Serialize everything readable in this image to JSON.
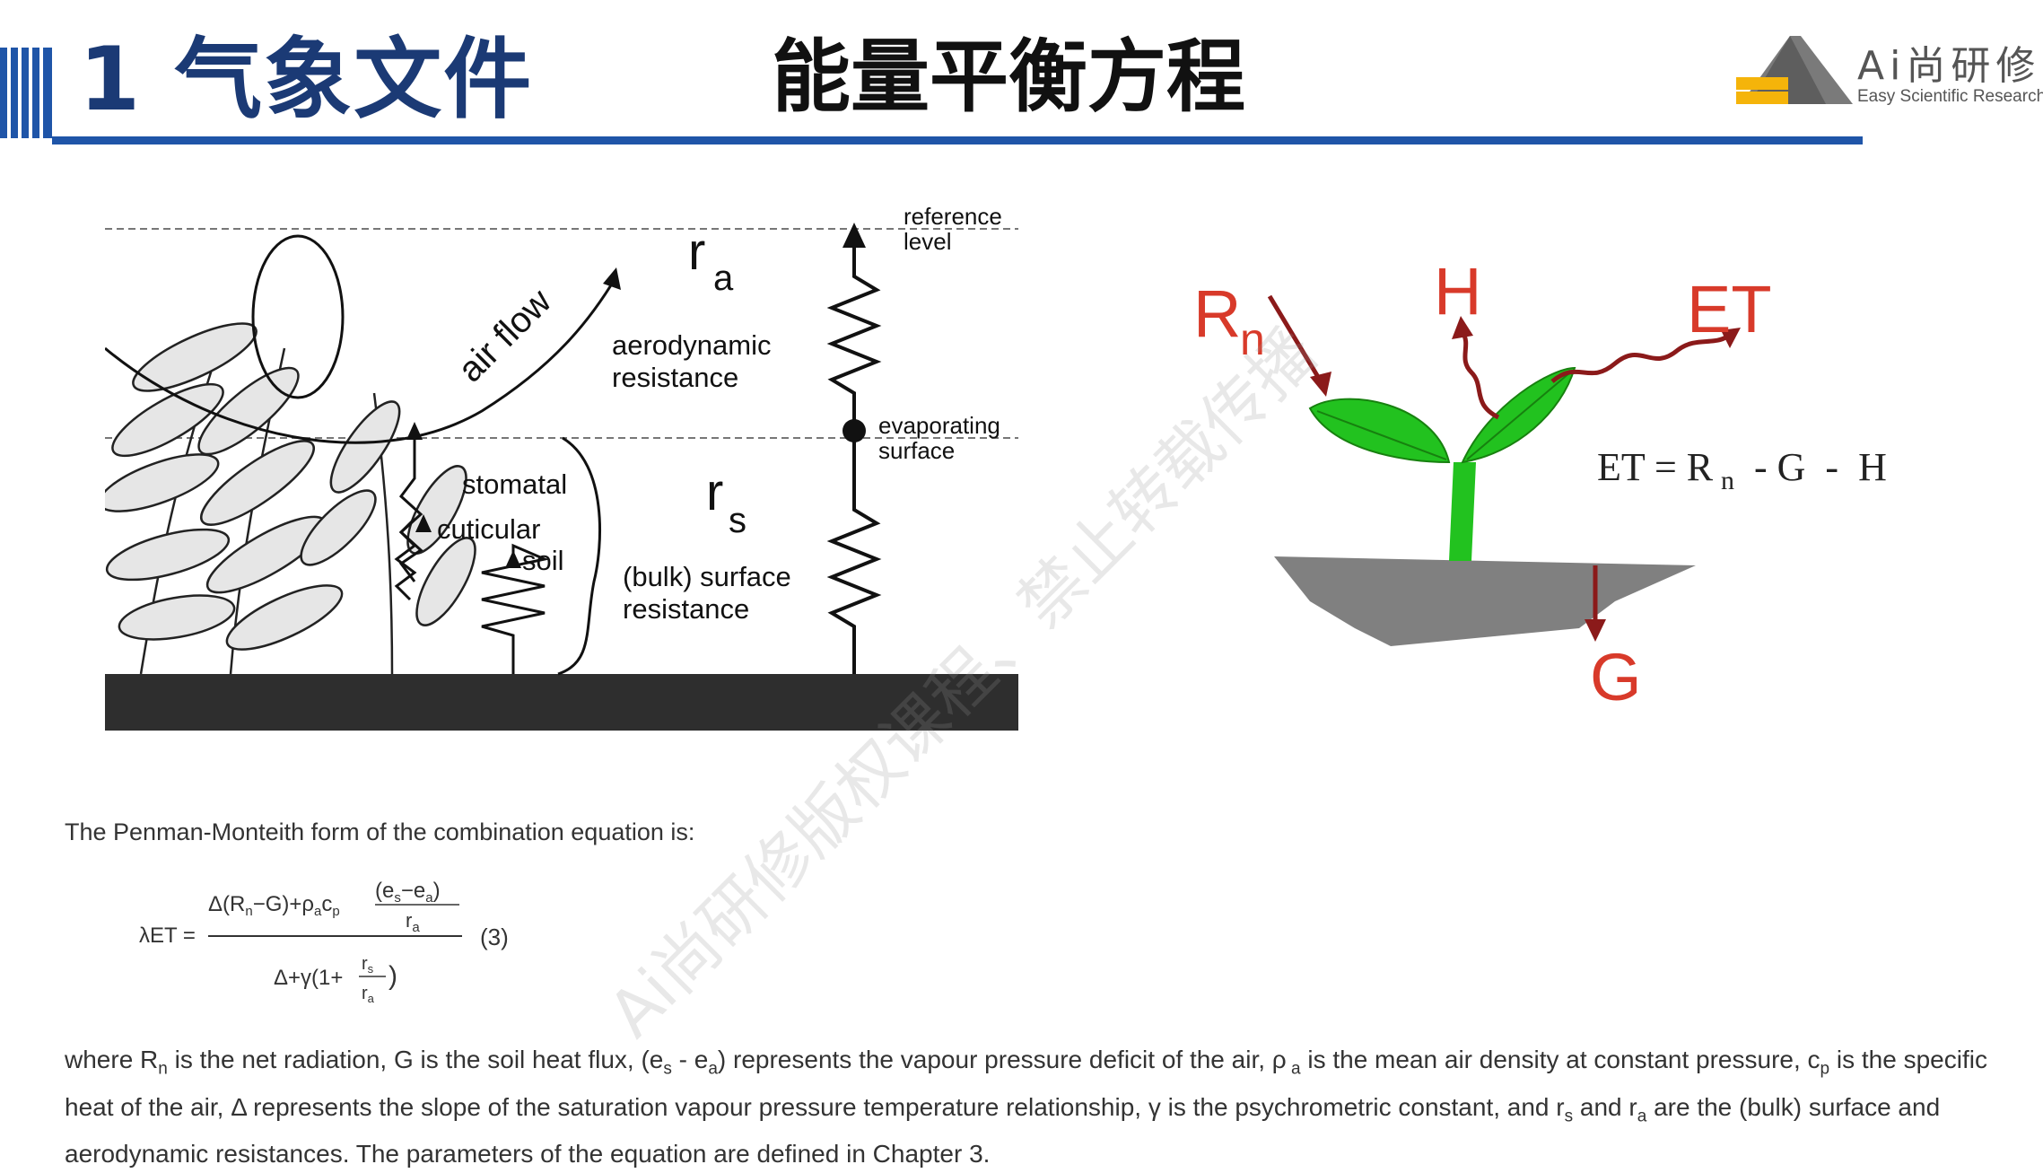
{
  "header": {
    "section_title": "1 气象文件",
    "slide_title": "能量平衡方程",
    "logo_name": "Ai尚研修",
    "logo_subtitle": "Easy Scientific Research"
  },
  "left_figure": {
    "reference_level_line1": "reference",
    "reference_level_line2": "level",
    "ra_symbol": "r",
    "ra_subscript": "a",
    "aero_line1": "aerodynamic",
    "aero_line2": "resistance",
    "air_flow": "air flow",
    "evap_line1": "evaporating",
    "evap_line2": "surface",
    "stomatal": "stomatal",
    "cuticular": "cuticular",
    "soil": "soil",
    "rs_symbol": "r",
    "rs_subscript": "s",
    "bulk_line1": "(bulk) surface",
    "bulk_line2": "resistance"
  },
  "right_figure": {
    "rn_symbol": "R",
    "rn_subscript": "n",
    "h_label": "H",
    "et_label": "ET",
    "g_label": "G",
    "balance_equation_left": "ET = R",
    "balance_equation_sub": "n",
    "balance_equation_right": "- G  -  H"
  },
  "text": {
    "intro": "The Penman-Monteith form of the combination equation is:",
    "eq_lhs": "λET =",
    "eq_number": "(3)",
    "para_part1": "where R",
    "para_sub1": "n",
    "para_part2": " is the net radiation, G is the soil heat flux, (e",
    "para_sub2": "s",
    "para_part3": " - e",
    "para_sub3": "a",
    "para_part4": ") represents the vapour pressure deficit of the air, ρ",
    "para_sub4": " a",
    "para_part5": " is the mean air density at constant pressure, c",
    "para_sub5": "p",
    "para_part6": " is the specific heat of the air, Δ represents the slope of the saturation vapour pressure temperature relationship, γ is the psychrometric constant, and r",
    "para_sub6": "s",
    "para_part7": " and r",
    "para_sub7": "a",
    "para_part8": " are the (bulk) surface and aerodynamic resistances. The parameters of the equation are defined in Chapter 3."
  },
  "watermark": "Ai尚研修版权课程、禁止转载传播",
  "colors": {
    "title_blue": "#1b3a75",
    "rule_blue": "#1f55a8",
    "arrow_red": "#8b1a1a",
    "label_red": "#d83a2a",
    "leaf_green": "#22c21f",
    "soil_gray": "#808080",
    "logo_yellow": "#f5b40a"
  }
}
